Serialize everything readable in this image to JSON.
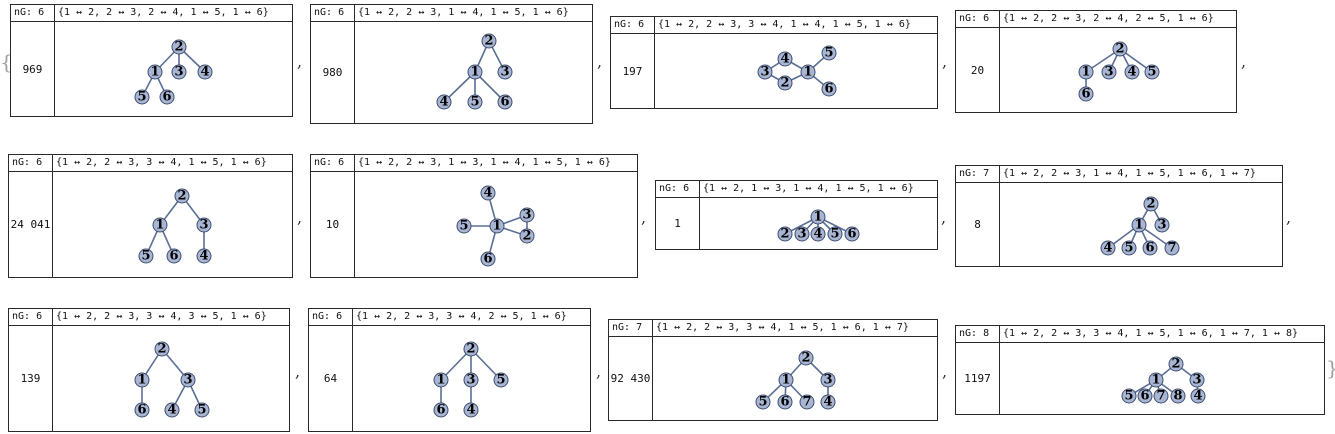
{
  "open_brace": "{",
  "close_brace": "}",
  "separator": ",",
  "graphs": [
    {
      "ng": "nG: 6",
      "edges": "{1 ↔ 2, 2 ↔ 3, 2 ↔ 4, 1 ↔ 5, 1 ↔ 6}",
      "count": "969",
      "nodes": [
        {
          "id": "2"
        },
        {
          "id": "1"
        },
        {
          "id": "3"
        },
        {
          "id": "4"
        },
        {
          "id": "5"
        },
        {
          "id": "6"
        }
      ],
      "links": [
        [
          "2",
          "1"
        ],
        [
          "2",
          "3"
        ],
        [
          "2",
          "4"
        ],
        [
          "1",
          "5"
        ],
        [
          "1",
          "6"
        ]
      ]
    },
    {
      "ng": "nG: 6",
      "edges": "{1 ↔ 2, 2 ↔ 3, 1 ↔ 4, 1 ↔ 5, 1 ↔ 6}",
      "count": "980",
      "nodes": [
        {
          "id": "2"
        },
        {
          "id": "1"
        },
        {
          "id": "3"
        },
        {
          "id": "4"
        },
        {
          "id": "5"
        },
        {
          "id": "6"
        }
      ],
      "links": [
        [
          "2",
          "1"
        ],
        [
          "2",
          "3"
        ],
        [
          "1",
          "4"
        ],
        [
          "1",
          "5"
        ],
        [
          "1",
          "6"
        ]
      ]
    },
    {
      "ng": "nG: 6",
      "edges": "{1 ↔ 2, 2 ↔ 3, 3 ↔ 4, 1 ↔ 4, 1 ↔ 5, 1 ↔ 6}",
      "count": "197",
      "nodes": [
        {
          "id": "4"
        },
        {
          "id": "3"
        },
        {
          "id": "2"
        },
        {
          "id": "1"
        },
        {
          "id": "5"
        },
        {
          "id": "6"
        }
      ],
      "links": [
        [
          "1",
          "2"
        ],
        [
          "2",
          "3"
        ],
        [
          "3",
          "4"
        ],
        [
          "1",
          "4"
        ],
        [
          "1",
          "5"
        ],
        [
          "1",
          "6"
        ]
      ]
    },
    {
      "ng": "nG: 6",
      "edges": "{1 ↔ 2, 2 ↔ 3, 2 ↔ 4, 2 ↔ 5, 1 ↔ 6}",
      "count": "20",
      "nodes": [
        {
          "id": "2"
        },
        {
          "id": "1"
        },
        {
          "id": "3"
        },
        {
          "id": "4"
        },
        {
          "id": "5"
        },
        {
          "id": "6"
        }
      ],
      "links": [
        [
          "2",
          "1"
        ],
        [
          "2",
          "3"
        ],
        [
          "2",
          "4"
        ],
        [
          "2",
          "5"
        ],
        [
          "1",
          "6"
        ]
      ]
    },
    {
      "ng": "nG: 6",
      "edges": "{1 ↔ 2, 2 ↔ 3, 3 ↔ 4, 1 ↔ 5, 1 ↔ 6}",
      "count": "24 041",
      "nodes": [
        {
          "id": "2"
        },
        {
          "id": "1"
        },
        {
          "id": "3"
        },
        {
          "id": "5"
        },
        {
          "id": "6"
        },
        {
          "id": "4"
        }
      ],
      "links": [
        [
          "2",
          "1"
        ],
        [
          "2",
          "3"
        ],
        [
          "3",
          "4"
        ],
        [
          "1",
          "5"
        ],
        [
          "1",
          "6"
        ]
      ]
    },
    {
      "ng": "nG: 6",
      "edges": "{1 ↔ 2, 2 ↔ 3, 1 ↔ 3, 1 ↔ 4, 1 ↔ 5, 1 ↔ 6}",
      "count": "10",
      "nodes": [
        {
          "id": "4"
        },
        {
          "id": "5"
        },
        {
          "id": "1"
        },
        {
          "id": "3"
        },
        {
          "id": "2"
        },
        {
          "id": "6"
        }
      ],
      "links": [
        [
          "1",
          "2"
        ],
        [
          "2",
          "3"
        ],
        [
          "1",
          "3"
        ],
        [
          "1",
          "4"
        ],
        [
          "1",
          "5"
        ],
        [
          "1",
          "6"
        ]
      ]
    },
    {
      "ng": "nG: 6",
      "edges": "{1 ↔ 2, 1 ↔ 3, 1 ↔ 4, 1 ↔ 5, 1 ↔ 6}",
      "count": "1",
      "nodes": [
        {
          "id": "1"
        },
        {
          "id": "2"
        },
        {
          "id": "3"
        },
        {
          "id": "4"
        },
        {
          "id": "5"
        },
        {
          "id": "6"
        }
      ],
      "links": [
        [
          "1",
          "2"
        ],
        [
          "1",
          "3"
        ],
        [
          "1",
          "4"
        ],
        [
          "1",
          "5"
        ],
        [
          "1",
          "6"
        ]
      ]
    },
    {
      "ng": "nG: 7",
      "edges": "{1 ↔ 2, 2 ↔ 3, 1 ↔ 4, 1 ↔ 5, 1 ↔ 6, 1 ↔ 7}",
      "count": "8",
      "nodes": [
        {
          "id": "2"
        },
        {
          "id": "1"
        },
        {
          "id": "3"
        },
        {
          "id": "4"
        },
        {
          "id": "5"
        },
        {
          "id": "6"
        },
        {
          "id": "7"
        }
      ],
      "links": [
        [
          "2",
          "1"
        ],
        [
          "2",
          "3"
        ],
        [
          "1",
          "4"
        ],
        [
          "1",
          "5"
        ],
        [
          "1",
          "6"
        ],
        [
          "1",
          "7"
        ]
      ]
    },
    {
      "ng": "nG: 6",
      "edges": "{1 ↔ 2, 2 ↔ 3, 3 ↔ 4, 3 ↔ 5, 1 ↔ 6}",
      "count": "139",
      "nodes": [
        {
          "id": "2"
        },
        {
          "id": "1"
        },
        {
          "id": "3"
        },
        {
          "id": "6"
        },
        {
          "id": "4"
        },
        {
          "id": "5"
        }
      ],
      "links": [
        [
          "2",
          "1"
        ],
        [
          "2",
          "3"
        ],
        [
          "3",
          "4"
        ],
        [
          "3",
          "5"
        ],
        [
          "1",
          "6"
        ]
      ]
    },
    {
      "ng": "nG: 6",
      "edges": "{1 ↔ 2, 2 ↔ 3, 3 ↔ 4, 2 ↔ 5, 1 ↔ 6}",
      "count": "64",
      "nodes": [
        {
          "id": "2"
        },
        {
          "id": "1"
        },
        {
          "id": "3"
        },
        {
          "id": "5"
        },
        {
          "id": "6"
        },
        {
          "id": "4"
        }
      ],
      "links": [
        [
          "2",
          "1"
        ],
        [
          "2",
          "3"
        ],
        [
          "2",
          "5"
        ],
        [
          "3",
          "4"
        ],
        [
          "1",
          "6"
        ]
      ]
    },
    {
      "ng": "nG: 7",
      "edges": "{1 ↔ 2, 2 ↔ 3, 3 ↔ 4, 1 ↔ 5, 1 ↔ 6, 1 ↔ 7}",
      "count": "92 430",
      "nodes": [
        {
          "id": "2"
        },
        {
          "id": "1"
        },
        {
          "id": "3"
        },
        {
          "id": "5"
        },
        {
          "id": "6"
        },
        {
          "id": "7"
        },
        {
          "id": "4"
        }
      ],
      "links": [
        [
          "2",
          "1"
        ],
        [
          "2",
          "3"
        ],
        [
          "3",
          "4"
        ],
        [
          "1",
          "5"
        ],
        [
          "1",
          "6"
        ],
        [
          "1",
          "7"
        ]
      ]
    },
    {
      "ng": "nG: 8",
      "edges": "{1 ↔ 2, 2 ↔ 3, 3 ↔ 4, 1 ↔ 5, 1 ↔ 6, 1 ↔ 7, 1 ↔ 8}",
      "count": "1197",
      "nodes": [
        {
          "id": "2"
        },
        {
          "id": "1"
        },
        {
          "id": "3"
        },
        {
          "id": "5"
        },
        {
          "id": "6"
        },
        {
          "id": "7"
        },
        {
          "id": "8"
        },
        {
          "id": "4"
        }
      ],
      "links": [
        [
          "2",
          "1"
        ],
        [
          "2",
          "3"
        ],
        [
          "3",
          "4"
        ],
        [
          "1",
          "5"
        ],
        [
          "1",
          "6"
        ],
        [
          "1",
          "7"
        ],
        [
          "1",
          "8"
        ]
      ]
    }
  ]
}
